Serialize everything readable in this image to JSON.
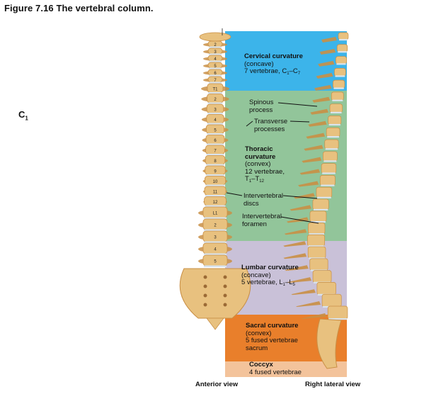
{
  "figure_title": "Figure 7.16  The vertebral column.",
  "side_label": {
    "main": "C",
    "sub": "1"
  },
  "regions": {
    "cervical": {
      "color": "#3cb4ea",
      "title": "Cervical curvature",
      "line1": "(concave)",
      "line2": "7 vertebrae, C",
      "sub_a": "1",
      "dash": "–C",
      "sub_b": "7"
    },
    "thoracic": {
      "color": "#92c59a",
      "title1": "Thoracic",
      "title2": "curvature",
      "line1": "(convex)",
      "line2": "12 vertebrae,",
      "line3": "T",
      "sub_a": "1",
      "dash": "–T",
      "sub_b": "12"
    },
    "lumbar": {
      "color": "#c9c1d8",
      "title": "Lumbar curvature",
      "line1": "(concave)",
      "line2": "5 vertebrae, L",
      "sub_a": "1",
      "dash": "–L",
      "sub_b": "5"
    },
    "sacral": {
      "color": "#e97f2b",
      "title": "Sacral curvature",
      "line1": "(convex)",
      "line2": "5 fused vertebrae",
      "line3": "sacrum"
    },
    "coccyx": {
      "color": "#f3c39b",
      "title": "Coccyx",
      "line1": "4 fused vertebrae"
    }
  },
  "callouts": {
    "spinous": {
      "line1": "Spinous",
      "line2": "process"
    },
    "transverse": {
      "line1": "Transverse",
      "line2": "processes"
    },
    "discs": {
      "line1": "Intervertebral",
      "line2": "discs"
    },
    "foramen": {
      "line1": "Intervertebral",
      "line2": "foramen"
    }
  },
  "vertebra_labels": {
    "cervical": [
      "2",
      "3",
      "4",
      "5",
      "6",
      "7"
    ],
    "thoracic": [
      "T1",
      "2",
      "3",
      "4",
      "5",
      "6",
      "7",
      "8",
      "9",
      "10",
      "11",
      "12"
    ],
    "lumbar": [
      "L1",
      "2",
      "3",
      "4",
      "5"
    ]
  },
  "views": {
    "anterior": "Anterior view",
    "lateral": "Right lateral view"
  },
  "colors": {
    "bone": "#e8c17f",
    "bone_dark": "#c98f45",
    "disc": "#d9e4ee"
  }
}
